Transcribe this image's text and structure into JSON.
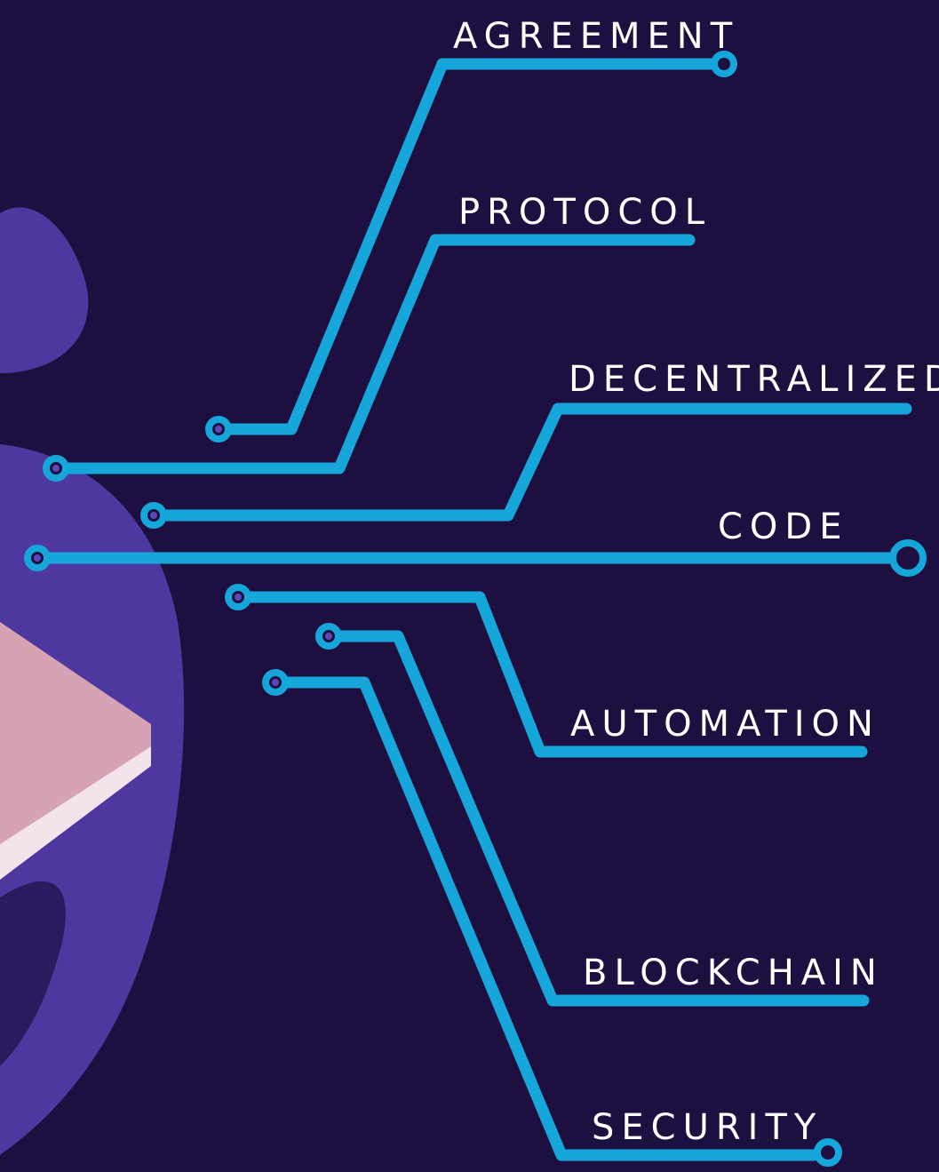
{
  "colors": {
    "background": "#1d0f40",
    "wire": "#17a6d9",
    "blob": "#4e38a0",
    "blob_highlight": "#5a43b1",
    "laptop": "#d6a3b4",
    "label": "#ffffff"
  },
  "terms": [
    {
      "id": "agreement",
      "label": "AGREEMENT"
    },
    {
      "id": "protocol",
      "label": "PROTOCOL"
    },
    {
      "id": "decentralized",
      "label": "DECENTRALIZED"
    },
    {
      "id": "code",
      "label": "CODE"
    },
    {
      "id": "automation",
      "label": "AUTOMATION"
    },
    {
      "id": "blockchain",
      "label": "BLOCKCHAIN"
    },
    {
      "id": "security",
      "label": "SECURITY"
    }
  ]
}
